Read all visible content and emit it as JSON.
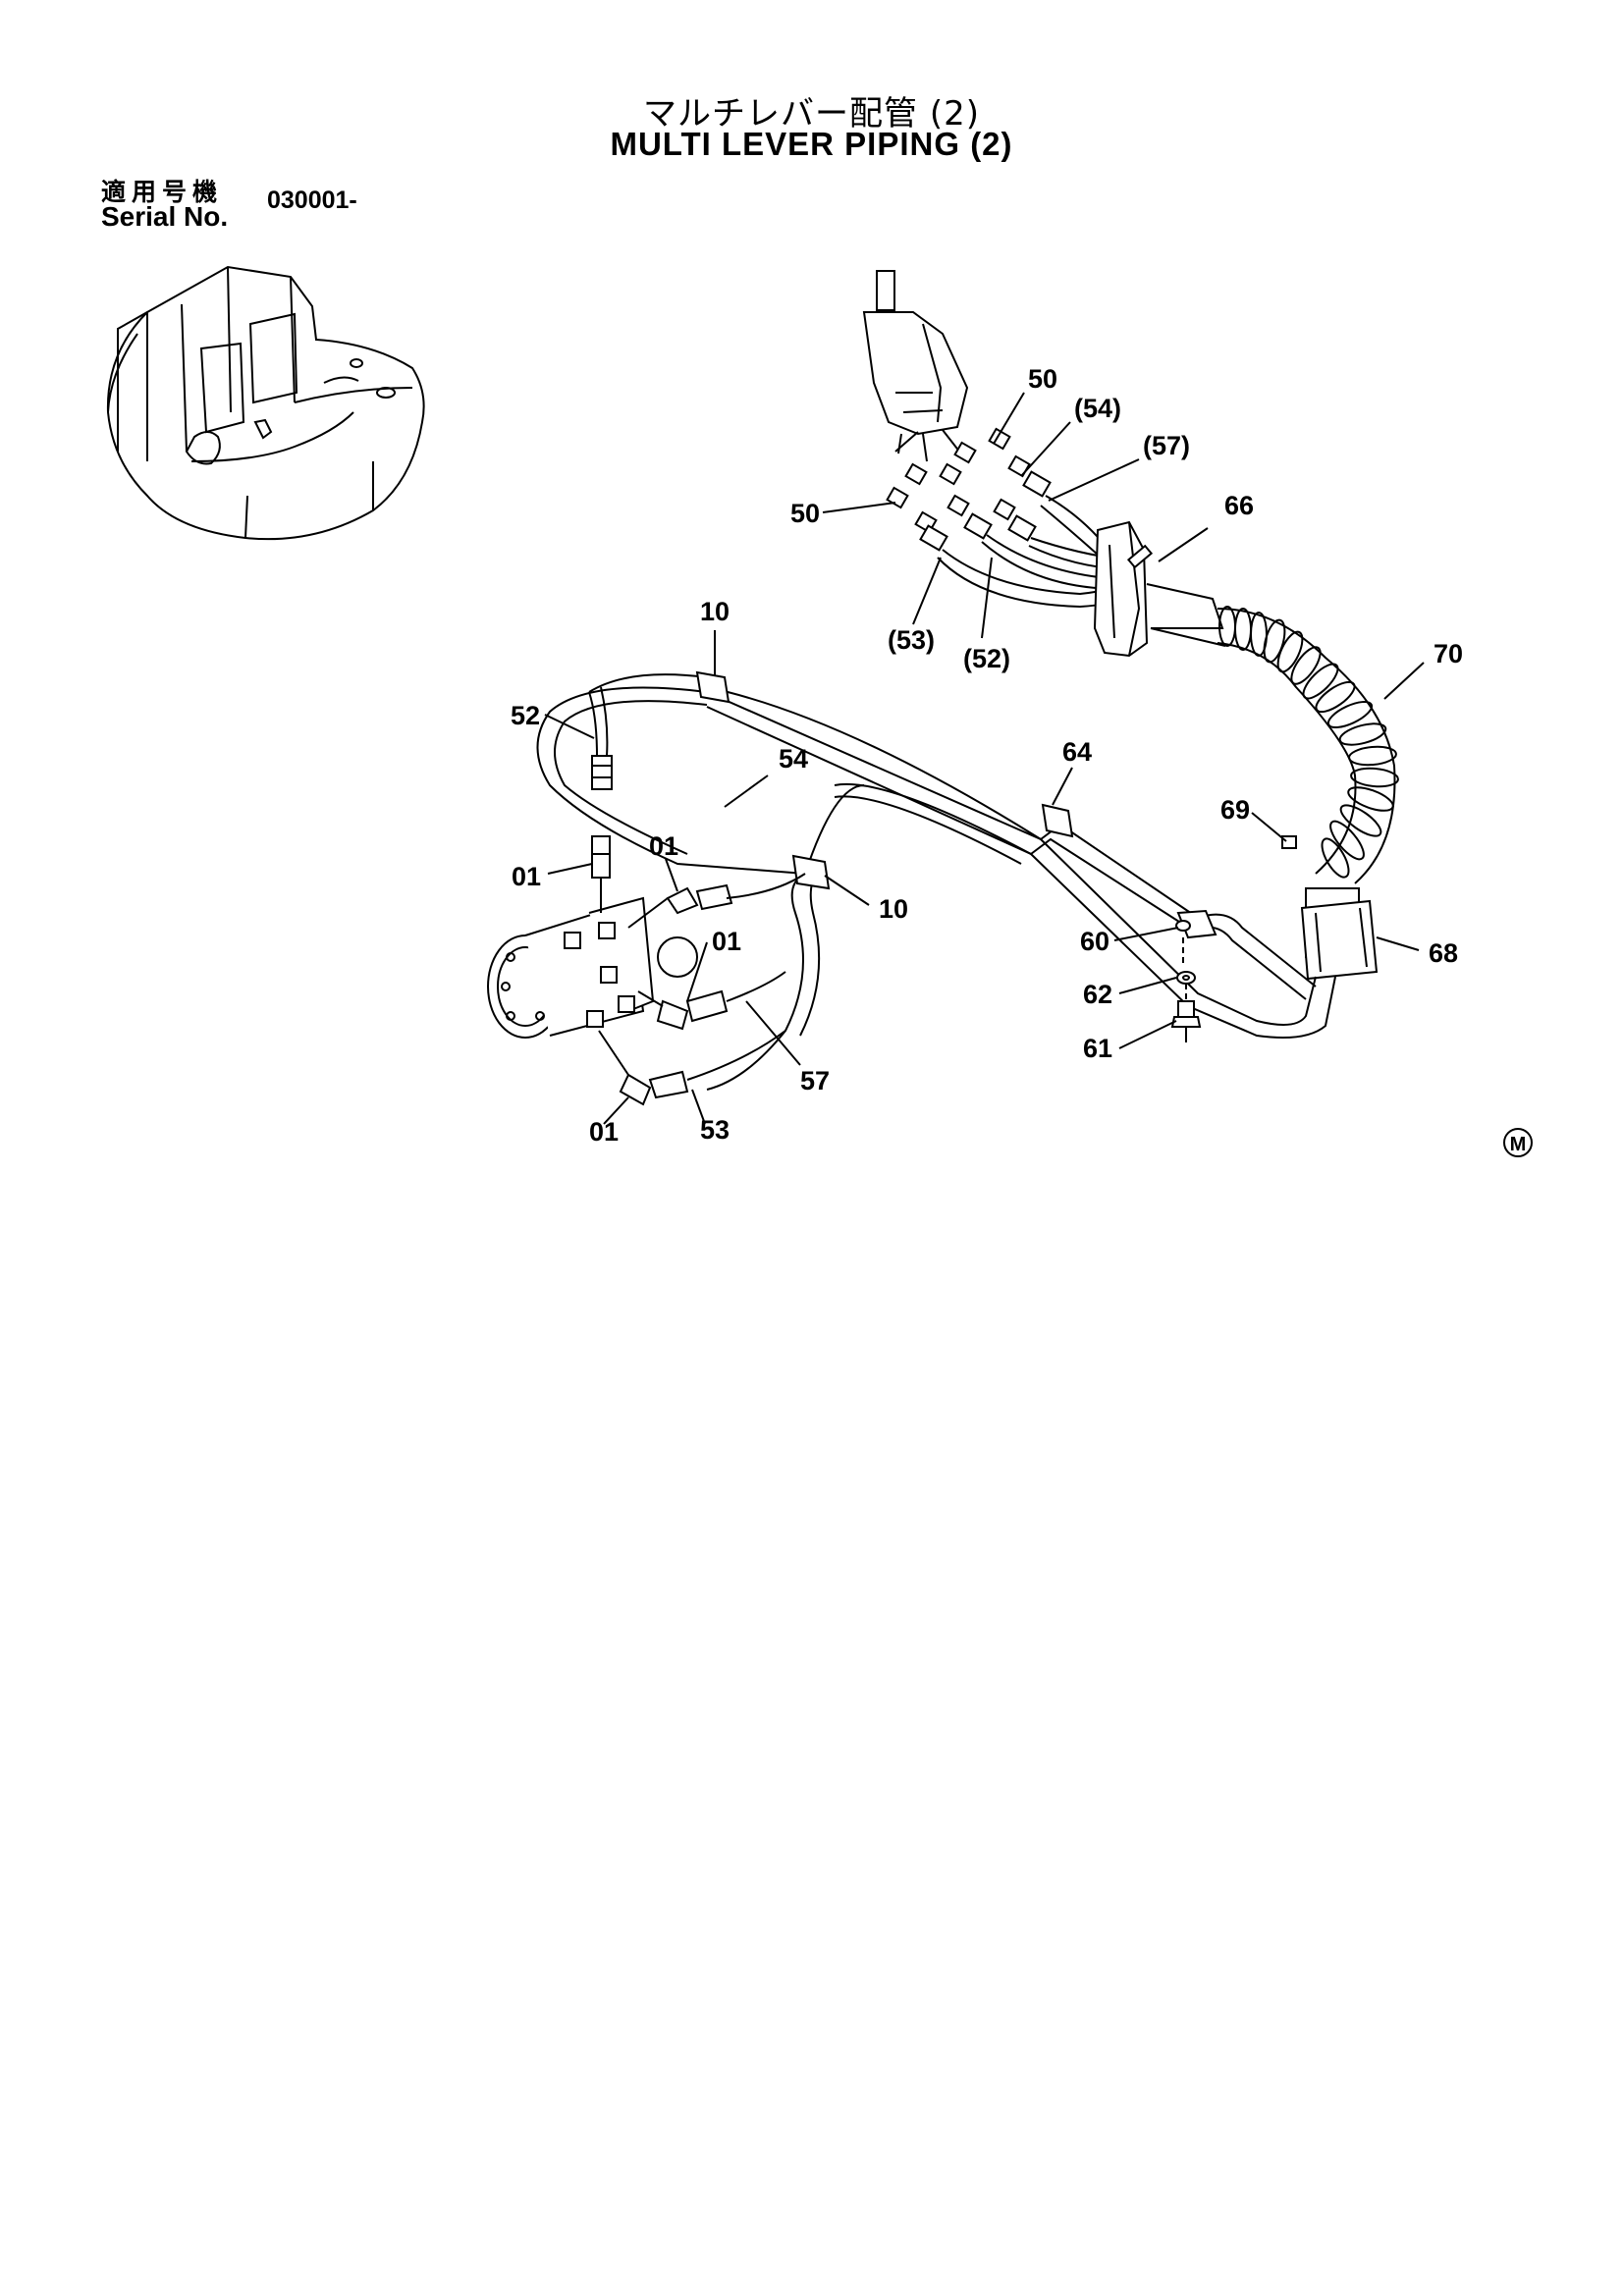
{
  "title": {
    "japanese": "マルチレバー配管 (2)",
    "english": "MULTI  LEVER   PIPING (2)"
  },
  "serial": {
    "label_jp": "適用号機",
    "label_en": "Serial No.",
    "value": "030001-"
  },
  "callouts": {
    "c50_top": "50",
    "c54_paren": "(54)",
    "c57_paren": "(57)",
    "c50_left": "50",
    "c66": "66",
    "c10_top": "10",
    "c53_paren": "(53)",
    "c52_paren": "(52)",
    "c70": "70",
    "c52": "52",
    "c54": "54",
    "c64": "64",
    "c69": "69",
    "c01_a": "01",
    "c01_b": "01",
    "c01_c": "01",
    "c10_mid": "10",
    "c60": "60",
    "c68": "68",
    "c62": "62",
    "c61": "61",
    "c57": "57",
    "c01_d": "01",
    "c53": "53"
  },
  "mark": "M"
}
